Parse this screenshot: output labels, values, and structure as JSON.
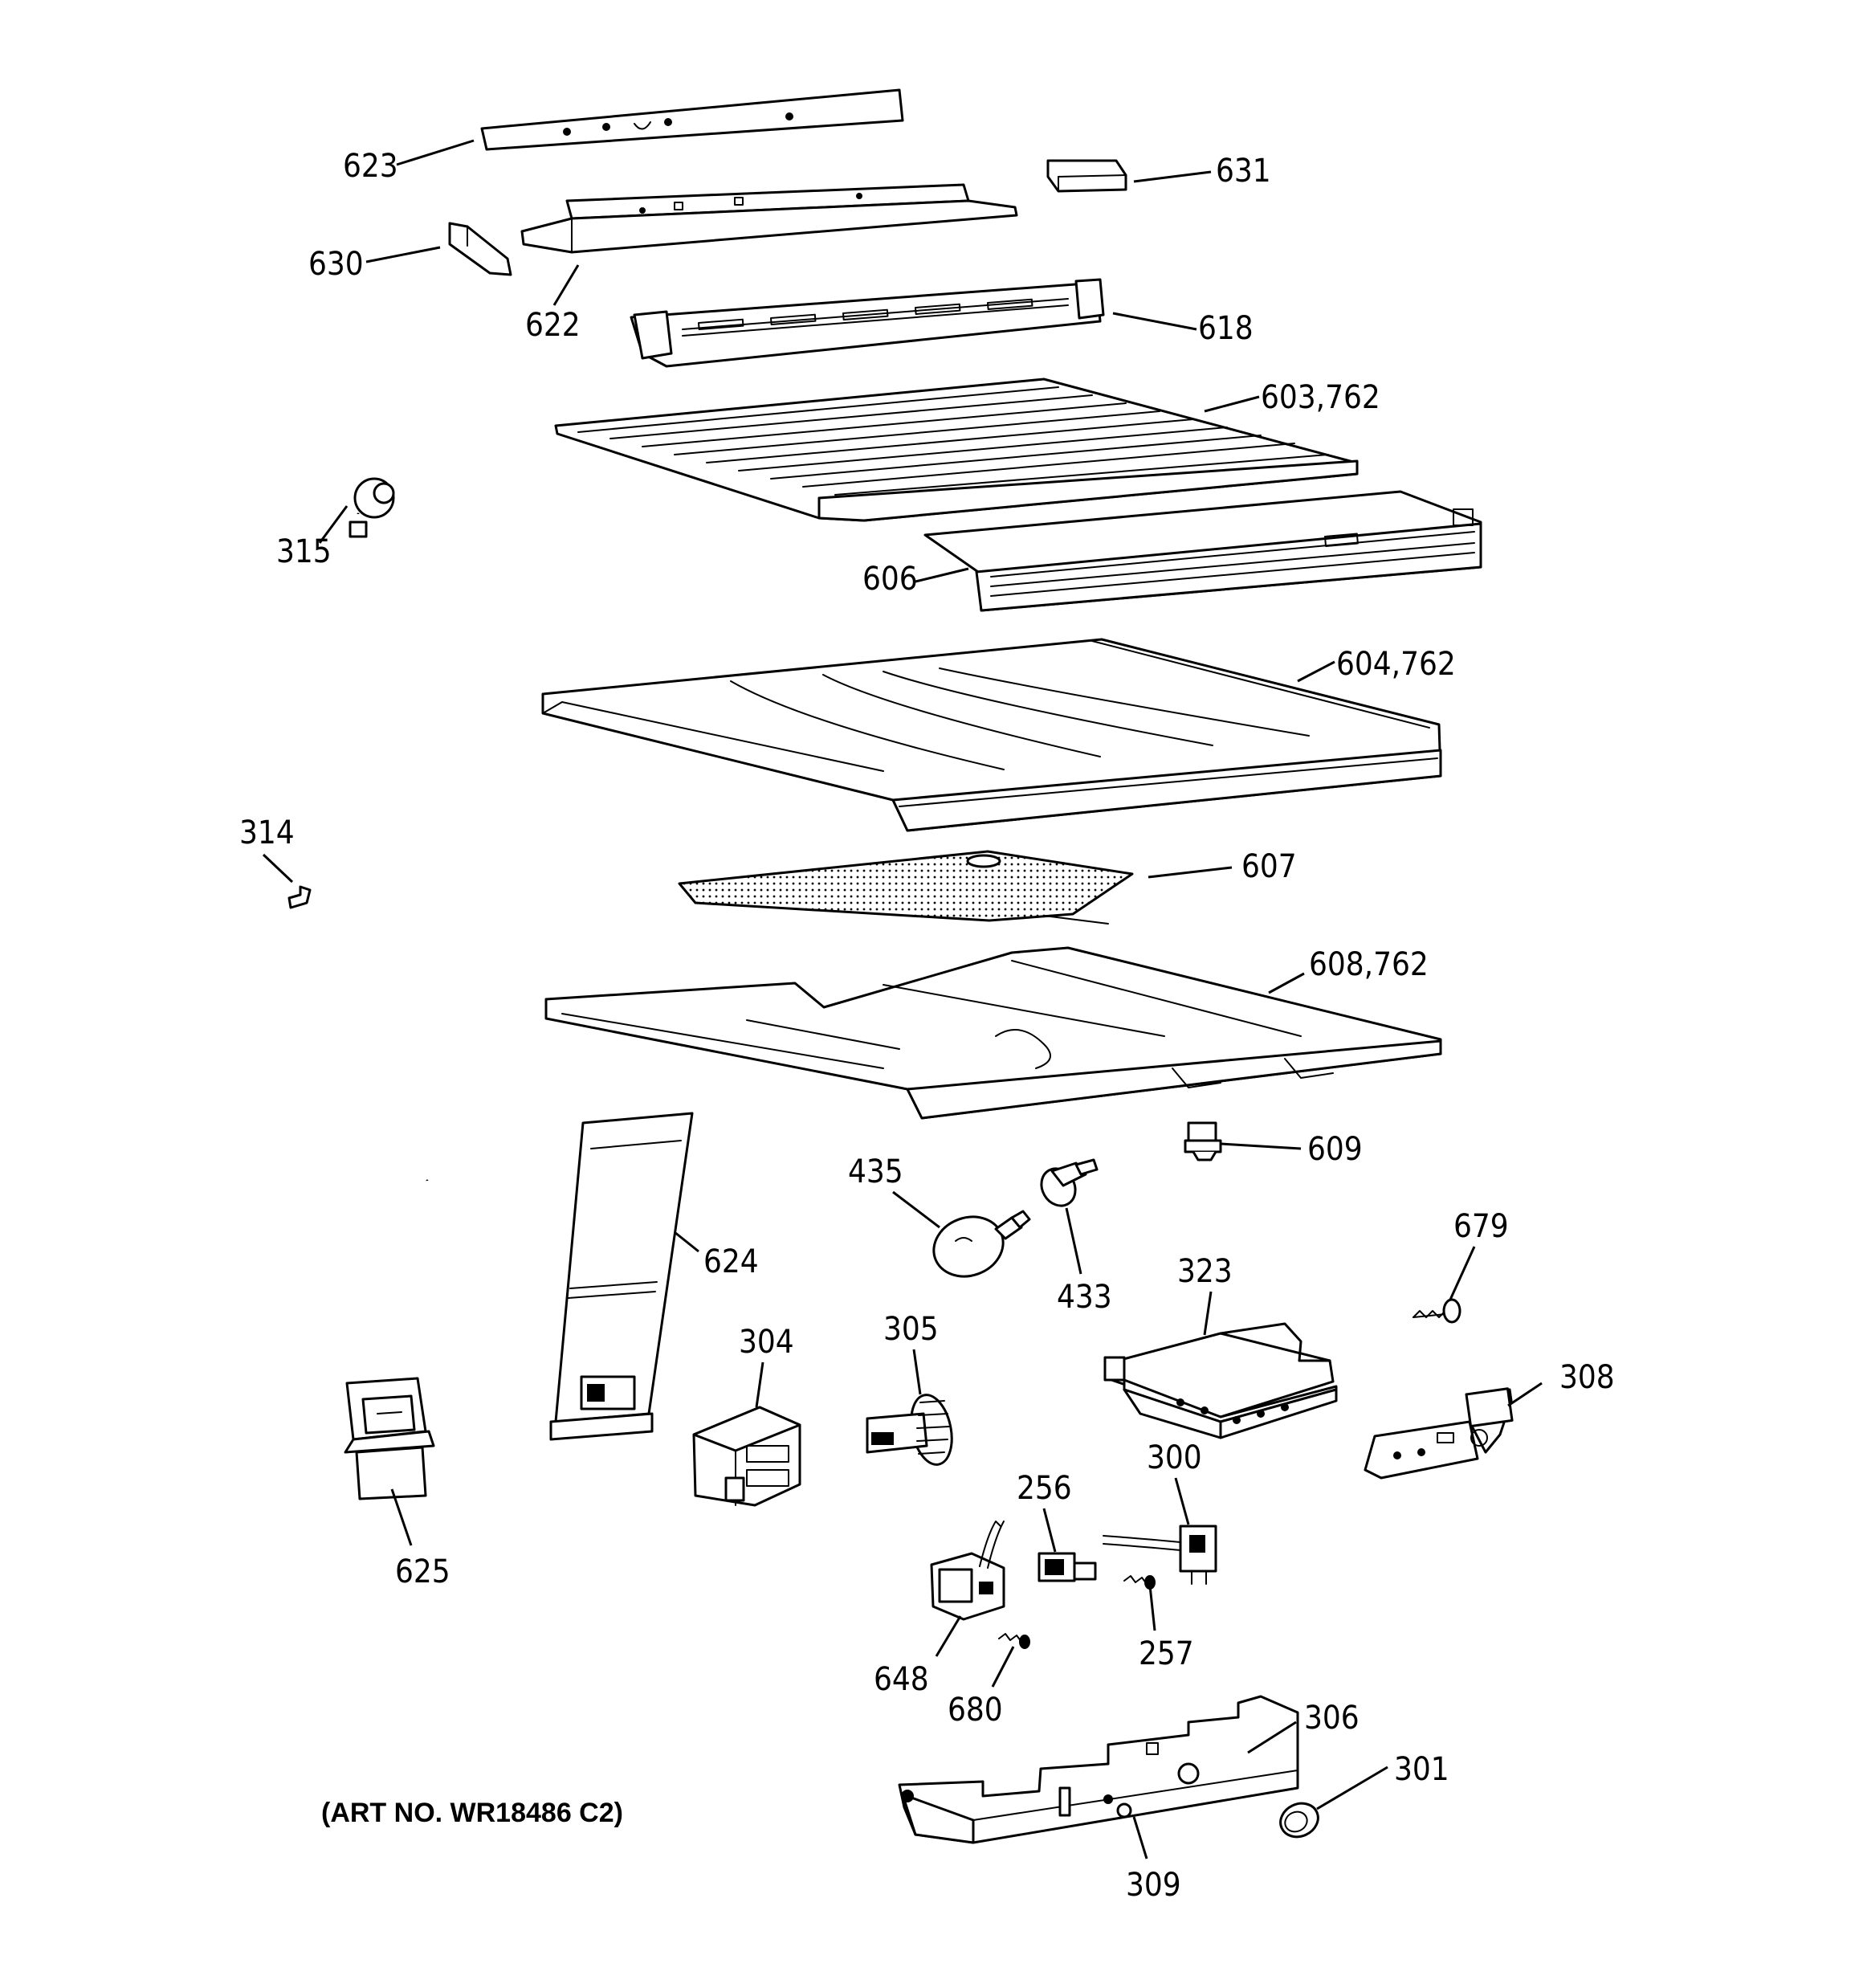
{
  "callouts": {
    "c623": "623",
    "c631": "631",
    "c630": "630",
    "c622": "622",
    "c618": "618",
    "c603": "603,762",
    "c315": "315",
    "c606": "606",
    "c604": "604,762",
    "c314": "314",
    "c607": "607",
    "c608": "608,762",
    "c609": "609",
    "c435": "435",
    "c433": "433",
    "c624": "624",
    "c679": "679",
    "c323": "323",
    "c304": "304",
    "c305": "305",
    "c308": "308",
    "c625": "625",
    "c300": "300",
    "c256": "256",
    "c257": "257",
    "c648": "648",
    "c680": "680",
    "c306": "306",
    "c301": "301",
    "c309": "309"
  },
  "art_number": "(ART NO. WR18486 C2)"
}
